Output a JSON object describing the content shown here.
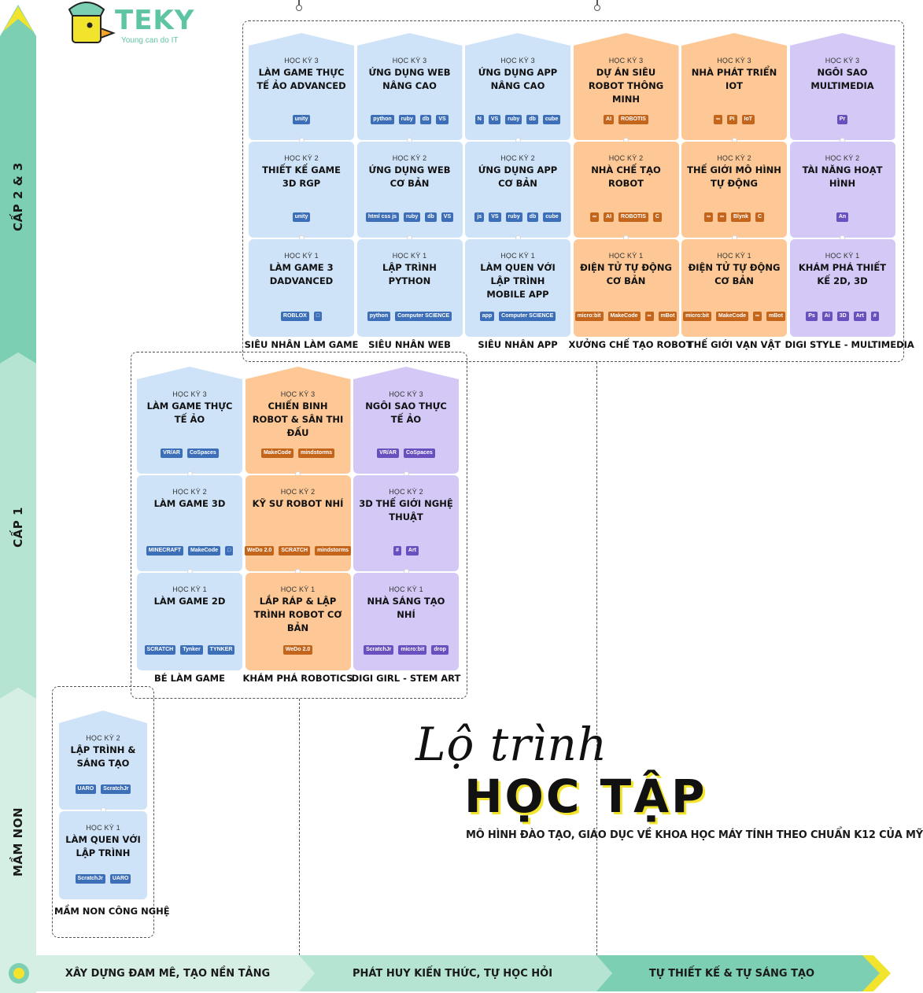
{
  "brand": {
    "name": "TEKY",
    "slogan": "Young can do IT"
  },
  "levels": {
    "upper": "CẤP 2 & 3",
    "primary": "CẤP 1",
    "kinder": "MẦM NON"
  },
  "headline": {
    "script": "Lộ trình",
    "big": "HỌC TẬP",
    "subtitle": "MÔ HÌNH ĐÀO TẠO, GIÁO DỤC VỀ KHOA HỌC MÁY TÍNH THEO CHUẨN K12 CỦA MỸ"
  },
  "stages": [
    "XÂY DỰNG ĐAM MÊ, TẠO NỀN TẢNG",
    "PHÁT HUY KIẾN THỨC, TỰ HỌC HỎI",
    "TỰ THIẾT KẾ & TỰ SÁNG TẠO"
  ],
  "upper_tracks": [
    {
      "title": "SIÊU NHÂN LÀM GAME",
      "color": "blue",
      "cards": [
        {
          "term": "HỌC KỲ 3",
          "name": "LÀM GAME THỰC TẾ ẢO ADVANCED",
          "logos": [
            "unity"
          ]
        },
        {
          "term": "HỌC KỲ 2",
          "name": "THIẾT KẾ GAME 3D RGP",
          "logos": [
            "unity"
          ]
        },
        {
          "term": "HỌC KỲ 1",
          "name": "LÀM GAME 3 DADVANCED",
          "logos": [
            "ROBLOX",
            "□"
          ]
        }
      ]
    },
    {
      "title": "SIÊU NHÂN WEB",
      "color": "blue",
      "cards": [
        {
          "term": "HỌC KỲ 3",
          "name": "ỨNG DỤNG WEB NÂNG CAO",
          "logos": [
            "python",
            "ruby",
            "db",
            "VS"
          ]
        },
        {
          "term": "HỌC KỲ 2",
          "name": "ỨNG DỤNG WEB CƠ BẢN",
          "logos": [
            "html css js",
            "ruby",
            "db",
            "VS"
          ]
        },
        {
          "term": "HỌC KỲ 1",
          "name": "LẬP TRÌNH PYTHON",
          "logos": [
            "python",
            "Computer SCIENCE"
          ]
        }
      ]
    },
    {
      "title": "SIÊU NHÂN APP",
      "color": "blue",
      "cards": [
        {
          "term": "HỌC KỲ 3",
          "name": "ỨNG DỤNG APP NÂNG CAO",
          "logos": [
            "N",
            "VS",
            "ruby",
            "db",
            "cube"
          ]
        },
        {
          "term": "HỌC KỲ 2",
          "name": "ỨNG DỤNG APP CƠ BẢN",
          "logos": [
            "js",
            "VS",
            "ruby",
            "db",
            "cube"
          ]
        },
        {
          "term": "HỌC KỲ 1",
          "name": "LÀM QUEN VỚI LẬP TRÌNH MOBILE APP",
          "logos": [
            "app",
            "Computer SCIENCE"
          ]
        }
      ]
    },
    {
      "title": "XƯỞNG CHẾ TẠO ROBOT",
      "color": "orange",
      "cards": [
        {
          "term": "HỌC KỲ 3",
          "name": "DỰ ÁN SIÊU ROBOT THÔNG MINH",
          "logos": [
            "AI",
            "ROBOTIS"
          ]
        },
        {
          "term": "HỌC KỲ 2",
          "name": "NHÀ CHẾ TẠO ROBOT",
          "logos": [
            "∞",
            "AI",
            "ROBOTIS",
            "C"
          ]
        },
        {
          "term": "HỌC KỲ 1",
          "name": "ĐIỆN TỬ TỰ ĐỘNG CƠ BẢN",
          "logos": [
            "micro:bit",
            "MakeCode",
            "∞",
            "mBot"
          ]
        }
      ]
    },
    {
      "title": "THẾ GIỚI VẠN VẬT",
      "color": "orange",
      "cards": [
        {
          "term": "HỌC KỲ 3",
          "name": "NHÀ PHÁT TRIỂN IOT",
          "logos": [
            "∞",
            "Pi",
            "IoT"
          ]
        },
        {
          "term": "HỌC KỲ 2",
          "name": "THẾ GIỚI MÔ HÌNH TỰ ĐỘNG",
          "logos": [
            "∞",
            "∞",
            "Blynk",
            "C"
          ]
        },
        {
          "term": "HỌC KỲ 1",
          "name": "ĐIỆN TỬ TỰ ĐỘNG CƠ BẢN",
          "logos": [
            "micro:bit",
            "MakeCode",
            "∞",
            "mBot"
          ]
        }
      ]
    },
    {
      "title": "DIGI STYLE - MULTIMEDIA",
      "color": "purple",
      "cards": [
        {
          "term": "HỌC KỲ 3",
          "name": "NGÔI SAO MULTIMEDIA",
          "logos": [
            "Pr"
          ]
        },
        {
          "term": "HỌC KỲ 2",
          "name": "TÀI NĂNG HOẠT HÌNH",
          "logos": [
            "An"
          ]
        },
        {
          "term": "HỌC KỲ 1",
          "name": "KHÁM PHÁ THIẾT KẾ 2D, 3D",
          "logos": [
            "Ps",
            "Ai",
            "3D",
            "Art",
            "#"
          ]
        }
      ]
    }
  ],
  "primary_tracks": [
    {
      "title": "BÉ LÀM GAME",
      "color": "blue",
      "cards": [
        {
          "term": "HỌC KỲ 3",
          "name": "LÀM GAME THỰC TẾ ẢO",
          "logos": [
            "VR/AR",
            "CoSpaces"
          ]
        },
        {
          "term": "HỌC KỲ 2",
          "name": "LÀM GAME 3D",
          "logos": [
            "MINECRAFT",
            "MakeCode",
            "□"
          ]
        },
        {
          "term": "HỌC KỲ 1",
          "name": "LÀM GAME 2D",
          "logos": [
            "SCRATCH",
            "Tynker",
            "TYNKER"
          ]
        }
      ]
    },
    {
      "title": "KHÁM PHÁ ROBOTICS",
      "color": "orange",
      "cards": [
        {
          "term": "HỌC KỲ 3",
          "name": "CHIẾN BINH ROBOT & SÂN THI ĐẤU",
          "logos": [
            "MakeCode",
            "mindstorms"
          ]
        },
        {
          "term": "HỌC KỲ 2",
          "name": "KỸ SƯ ROBOT NHÍ",
          "logos": [
            "WeDo 2.0",
            "SCRATCH",
            "mindstorms"
          ]
        },
        {
          "term": "HỌC KỲ 1",
          "name": "LẮP RÁP & LẬP TRÌNH ROBOT CƠ BẢN",
          "logos": [
            "WeDo 2.0"
          ]
        }
      ]
    },
    {
      "title": "DIGI GIRL - STEM ART",
      "color": "purple",
      "cards": [
        {
          "term": "HỌC KỲ 3",
          "name": "NGÔI SAO THỰC TẾ ẢO",
          "logos": [
            "VR/AR",
            "CoSpaces"
          ]
        },
        {
          "term": "HỌC KỲ 2",
          "name": "3D THẾ GIỚI NGHỆ THUẬT",
          "logos": [
            "#",
            "Art"
          ]
        },
        {
          "term": "HỌC KỲ 1",
          "name": "NHÀ SÁNG TẠO NHÍ",
          "logos": [
            "ScratchJr",
            "micro:bit",
            "drop"
          ]
        }
      ]
    }
  ],
  "kinder_track": {
    "title": "MẦM NON CÔNG NGHỆ",
    "color": "blue",
    "cards": [
      {
        "term": "HỌC KỲ 2",
        "name": "LẬP TRÌNH & SÁNG TẠO",
        "logos": [
          "UARO",
          "ScratchJr"
        ]
      },
      {
        "term": "HỌC KỲ 1",
        "name": "LÀM QUEN VỚI LẬP TRÌNH",
        "logos": [
          "ScratchJr",
          "UARO"
        ]
      }
    ]
  },
  "colors": {
    "blue": "#cfe3f8",
    "orange": "#fdc895",
    "purple": "#d4c8f6",
    "teal": "#7ccfb3",
    "yellow": "#f2e42c"
  }
}
